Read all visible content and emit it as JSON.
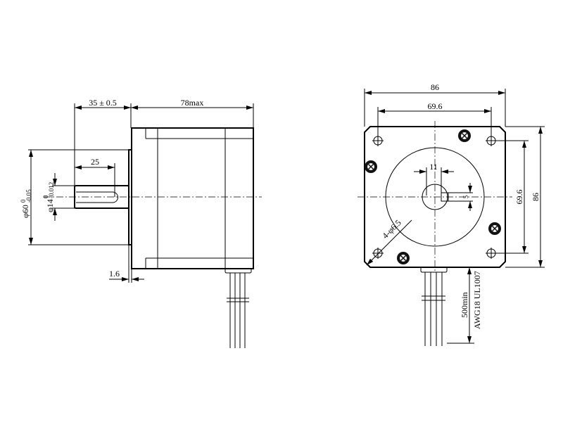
{
  "side_view": {
    "shaft_length_label": "35 ± 0.5",
    "body_length_label": "78max",
    "flat_length_label": "25",
    "pilot_diameter_label": "φ60",
    "pilot_tolerance_upper": "0",
    "pilot_tolerance_lower": "-0.05",
    "shaft_diameter_label": "φ14",
    "shaft_tolerance_upper": "0",
    "shaft_tolerance_lower": "-0.012",
    "pilot_height_label": "1.6"
  },
  "front_view": {
    "width_label": "86",
    "hole_spacing_label": "69.6",
    "height_hole_spacing_label": "69.6",
    "height_label": "86",
    "key_width_label": "11",
    "key_height_label": "5",
    "holes_label": "4-φ6.5",
    "lead_length_label": "500min",
    "wire_spec_label": "AWG18 UL1007"
  }
}
